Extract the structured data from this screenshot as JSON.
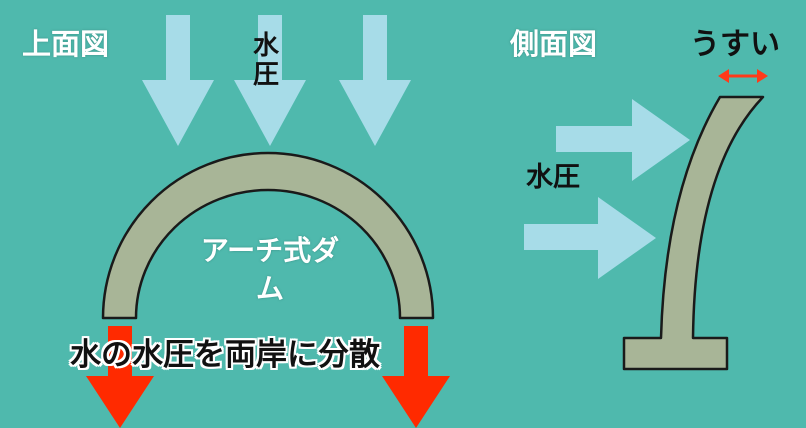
{
  "top_view": {
    "title": "上面図",
    "pressure_label": "水圧",
    "dam_name": "アーチ式ダム",
    "dispersal_caption": "水の水圧を両岸に分散"
  },
  "side_view": {
    "title": "側面図",
    "pressure_label": "水圧",
    "thin_label": "うすい"
  },
  "colors": {
    "background": "#4fb9ad",
    "dam_fill": "#a8b597",
    "water_arrow": "#a7dce8",
    "dispersal_arrow": "#ff2a00",
    "thickness_arrow": "#ff3a1a"
  }
}
